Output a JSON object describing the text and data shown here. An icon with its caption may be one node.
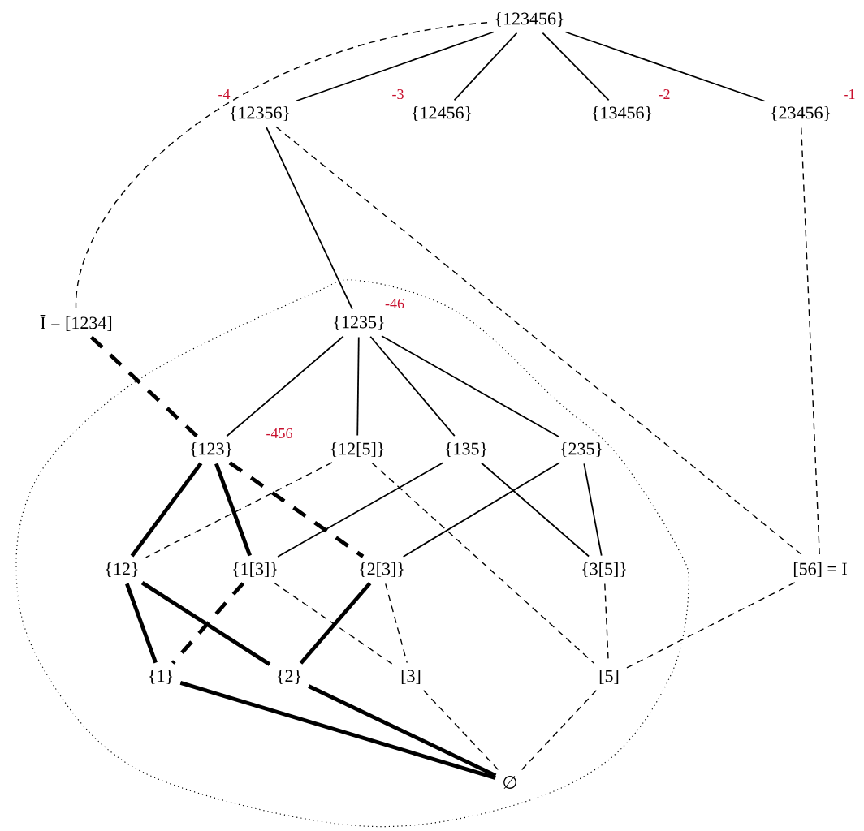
{
  "diagram": {
    "nodes": [
      {
        "text": [
          "{123456}"
        ]
      },
      {
        "text": [
          "{12356}"
        ],
        "beside": [
          "-4"
        ]
      },
      {
        "text": [
          "{12456}"
        ],
        "beside": [
          "-3"
        ]
      },
      {
        "text": [
          "{13456}"
        ],
        "beside": [
          "-2"
        ]
      },
      {
        "text": [
          "{23456}"
        ],
        "beside": [
          "-1"
        ]
      },
      {
        "text": [
          "Ī = [1234]"
        ]
      },
      {
        "text": [],
        "shape": "cloud"
      },
      {
        "text": [
          "{1235}"
        ],
        "beside": [
          "-46"
        ],
        "in": 6
      },
      {
        "text": [
          "{123}"
        ],
        "beside": [
          "-456"
        ],
        "in": 6
      },
      {
        "text": [
          "{12[5]}"
        ],
        "in": 6
      },
      {
        "text": [
          "{135}"
        ],
        "in": 6
      },
      {
        "text": [
          "{235}"
        ],
        "in": 6
      },
      {
        "text": [
          "{12}"
        ],
        "in": 6
      },
      {
        "text": [
          "{1[3]}"
        ],
        "in": 6
      },
      {
        "text": [
          "{2[3]}"
        ],
        "in": 6
      },
      {
        "text": [
          "{3[5]}"
        ],
        "in": 6
      },
      {
        "text": [
          "[56] = I"
        ]
      },
      {
        "text": [
          "{1}"
        ],
        "in": 6
      },
      {
        "text": [
          "{2}"
        ],
        "in": 6
      },
      {
        "text": [
          "[3]"
        ],
        "in": 6
      },
      {
        "text": [
          "[5]"
        ],
        "in": 6
      },
      {
        "text": [
          "∅"
        ],
        "in": 6
      }
    ],
    "edges": [
      {
        "from": 0,
        "to": 1,
        "arrow": "none"
      },
      {
        "from": 0,
        "to": 2,
        "arrow": "none"
      },
      {
        "from": 0,
        "to": 3,
        "arrow": "none"
      },
      {
        "from": 0,
        "to": 4,
        "arrow": "none"
      },
      {
        "from": 0,
        "to": 5,
        "arrow": "none",
        "style": "dashed"
      },
      {
        "from": 1,
        "to": 7,
        "arrow": "none"
      },
      {
        "from": 1,
        "to": 16,
        "arrow": "none",
        "style": "dashed"
      },
      {
        "from": 4,
        "to": 16,
        "arrow": "none",
        "style": "dashed"
      },
      {
        "from": 5,
        "to": 8,
        "arrow": "none",
        "style": "dashed"
      },
      {
        "from": 7,
        "to": 8,
        "arrow": "none"
      },
      {
        "from": 7,
        "to": 9,
        "arrow": "none"
      },
      {
        "from": 7,
        "to": 10,
        "arrow": "none"
      },
      {
        "from": 7,
        "to": 11,
        "arrow": "none"
      },
      {
        "from": 8,
        "to": 12,
        "arrow": "none",
        "style": "thick"
      },
      {
        "from": 8,
        "to": 13,
        "arrow": "none",
        "style": "thick"
      },
      {
        "from": 8,
        "to": 14,
        "arrow": "none",
        "style": "dashed"
      },
      {
        "from": 9,
        "to": 12,
        "arrow": "none",
        "style": "dashed"
      },
      {
        "from": 9,
        "to": 20,
        "arrow": "none",
        "style": "dashed"
      },
      {
        "from": 10,
        "to": 13,
        "arrow": "none"
      },
      {
        "from": 10,
        "to": 15,
        "arrow": "none"
      },
      {
        "from": 11,
        "to": 14,
        "arrow": "none"
      },
      {
        "from": 11,
        "to": 15,
        "arrow": "none"
      },
      {
        "from": 12,
        "to": 17,
        "arrow": "none",
        "style": "thick"
      },
      {
        "from": 12,
        "to": 18,
        "arrow": "none",
        "style": "thick"
      },
      {
        "from": 13,
        "to": 17,
        "arrow": "none",
        "style": "dashed"
      },
      {
        "from": 13,
        "to": 19,
        "arrow": "none",
        "style": "dashed"
      },
      {
        "from": 14,
        "to": 18,
        "arrow": "none",
        "style": "thick"
      },
      {
        "from": 14,
        "to": 19,
        "arrow": "none",
        "style": "dashed"
      },
      {
        "from": 15,
        "to": 20,
        "arrow": "none",
        "style": "dashed"
      },
      {
        "from": 16,
        "to": 20,
        "arrow": "none",
        "style": "dashed"
      },
      {
        "from": 17,
        "to": 21,
        "arrow": "none",
        "style": "thick"
      },
      {
        "from": 18,
        "to": 21,
        "arrow": "none",
        "style": "thick"
      },
      {
        "from": 19,
        "to": 21,
        "arrow": "none",
        "style": "dashed"
      },
      {
        "from": 20,
        "to": 21,
        "arrow": "none",
        "style": "dashed"
      }
    ]
  }
}
